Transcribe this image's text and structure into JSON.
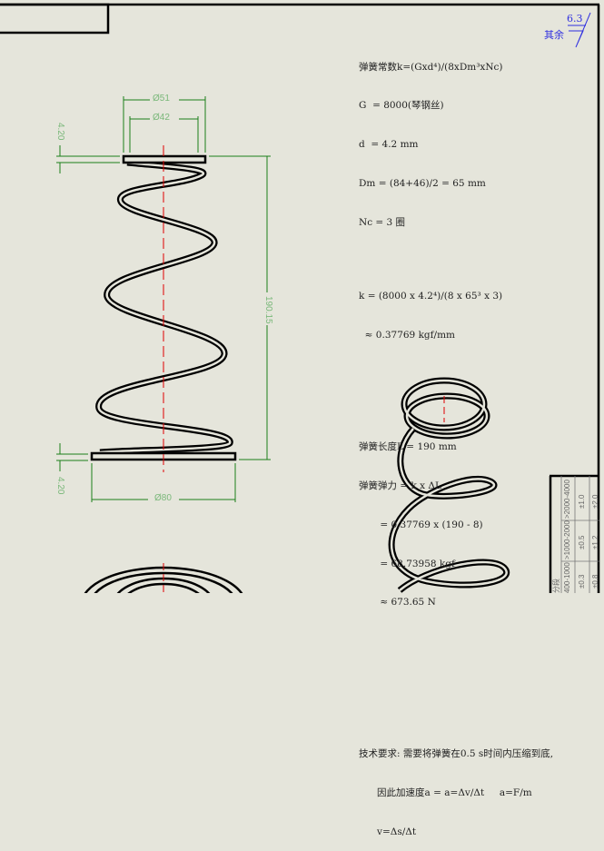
{
  "drawing": {
    "surface_finish": {
      "label": "其余",
      "value": "6.3"
    },
    "dimensions": {
      "outer_top_diameter": "Ø51",
      "inner_top_diameter": "Ø42",
      "bottom_diameter": "Ø80",
      "top_plate_thickness": "4.20",
      "bottom_plate_thickness": "4.20",
      "free_length": "190.15"
    },
    "notes": [
      "弹簧常数k=(Gxd⁴)/(8xDm³xNc)",
      "G  = 8000(琴钢丝)",
      "d  = 4.2 mm",
      "Dm = (84+46)/2 = 65 mm",
      "Nc = 3 圈",
      "",
      "k = (8000 x 4.2⁴)/(8 x 65³ x 3)",
      "  ≈ 0.37769 kgf/mm",
      "",
      "",
      "弹簧长度L = 190 mm",
      "弹簧弹力 = k x ΔL",
      "       = 0.37769 x (190 - 8)",
      "       = 68.73958 kgf",
      "       ≈ 673.65 N",
      "",
      "",
      "",
      "技术要求: 需要将弹簧在0.5 s时间内压缩到底,",
      "      因此加速度a = a=Δv/Δt     a=F/m",
      "      v=Δs/Δt"
    ],
    "tolerance_table": {
      "header": "分段",
      "ranges": [
        "400-1000",
        ">1000-2000",
        ">2000-4000"
      ],
      "row1": [
        "±0.3",
        "±0.5",
        "±1.0"
      ],
      "row2": [
        "±0.8",
        "±1.2",
        "±2.0"
      ]
    }
  },
  "colors": {
    "background": "#e5e5db",
    "geometry": "#000000",
    "dimension": "#1a7f1a",
    "centerline": "#e00000",
    "symbol": "#3030e0"
  }
}
